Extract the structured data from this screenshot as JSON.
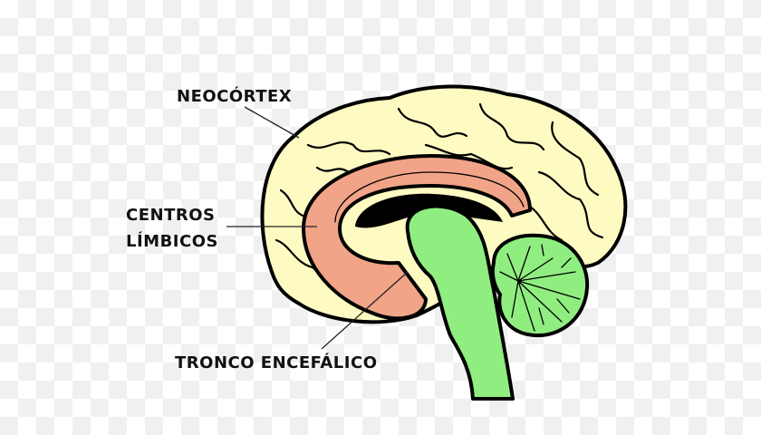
{
  "diagram": {
    "labels": {
      "neocortex": "NEOCÓRTEX",
      "limbic_line1": "CENTROS",
      "limbic_line2": "LÍMBICOS",
      "brainstem": "TRONCO ENCEFÁLICO"
    },
    "colors": {
      "neocortex": "#fdfbc2",
      "limbic": "#f1a487",
      "brainstem": "#90ee80",
      "cerebellum": "#90ee80",
      "outline": "#000000"
    }
  }
}
